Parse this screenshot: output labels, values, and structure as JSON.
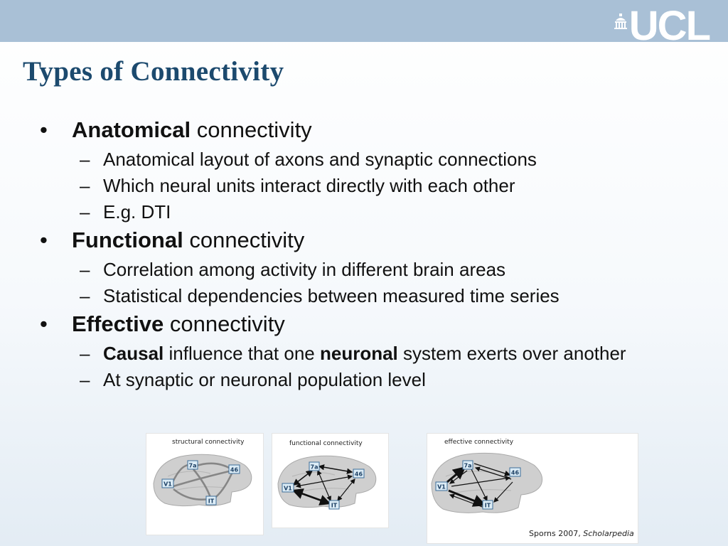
{
  "header": {
    "logo_text": "UCL"
  },
  "slide": {
    "title": "Types of Connectivity",
    "bullets": [
      {
        "label": "Anatomical",
        "rest": " connectivity"
      },
      {
        "label": "Functional",
        "rest": " connectivity"
      },
      {
        "label": "Effective",
        "rest": " connectivity"
      }
    ],
    "subs": {
      "anatomical": [
        "Anatomical layout of axons and synaptic connections",
        "Which neural units interact directly with each other",
        "E.g. DTI"
      ],
      "functional": [
        "Correlation among activity in different brain areas",
        "Statistical dependencies between measured time series"
      ],
      "effective": {
        "causal": "Causal",
        "mid": " influence that one ",
        "neuronal": "neuronal",
        "end": " system exerts over another",
        "second": "At synaptic or neuronal population level"
      }
    }
  },
  "figure": {
    "panels": [
      {
        "title": "structural connectivity"
      },
      {
        "title": "functional connectivity"
      },
      {
        "title": "effective connectivity"
      }
    ],
    "nodes": {
      "n7a": "7a",
      "n46": "46",
      "v1": "V1",
      "it": "IT"
    },
    "citation": {
      "author": "Sporns 2007, ",
      "source": "Scholarpedia"
    }
  }
}
